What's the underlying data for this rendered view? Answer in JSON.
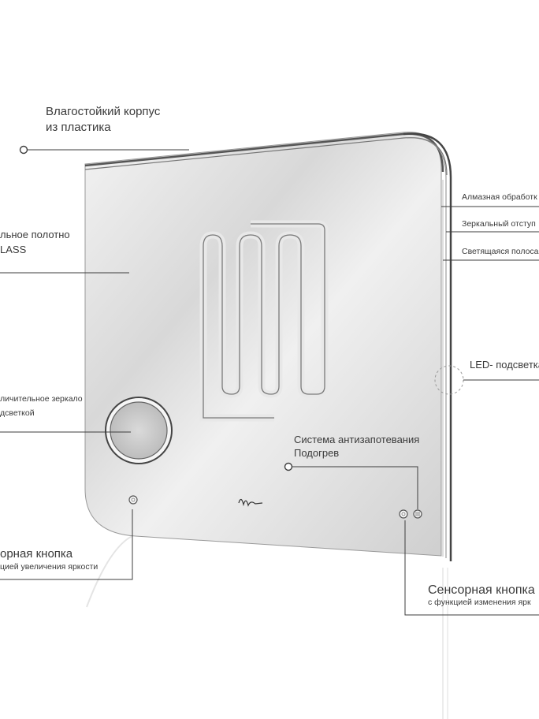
{
  "labels": {
    "housing_line1": "Влагостойкий корпус",
    "housing_line2": "из пластика",
    "canvas_line1": "льное полотно",
    "canvas_line2": "LASS",
    "magnifier_line1": "личительное зеркало",
    "magnifier_line2": "дсветкой",
    "antifog_line1": "Система антизапотевания",
    "antifog_line2": "Подогрев",
    "sensor_left_line1": "орная кнопка",
    "sensor_left_line2": "цией увеличения яркости",
    "sensor_right_line1": "Сенсорная кнопка",
    "sensor_right_line2": "с функцией изменения ярк",
    "diamond": "Алмазная обработк",
    "mirror_margin": "Зеркальный отступ",
    "glow_strip": "Светящаяся полоса",
    "led": "LED- подсветка"
  },
  "colors": {
    "line": "#3d3d3d",
    "mirror_light": "#f2f2f2",
    "mirror_mid": "#d4d4d4",
    "frame": "#5b5b5b"
  }
}
